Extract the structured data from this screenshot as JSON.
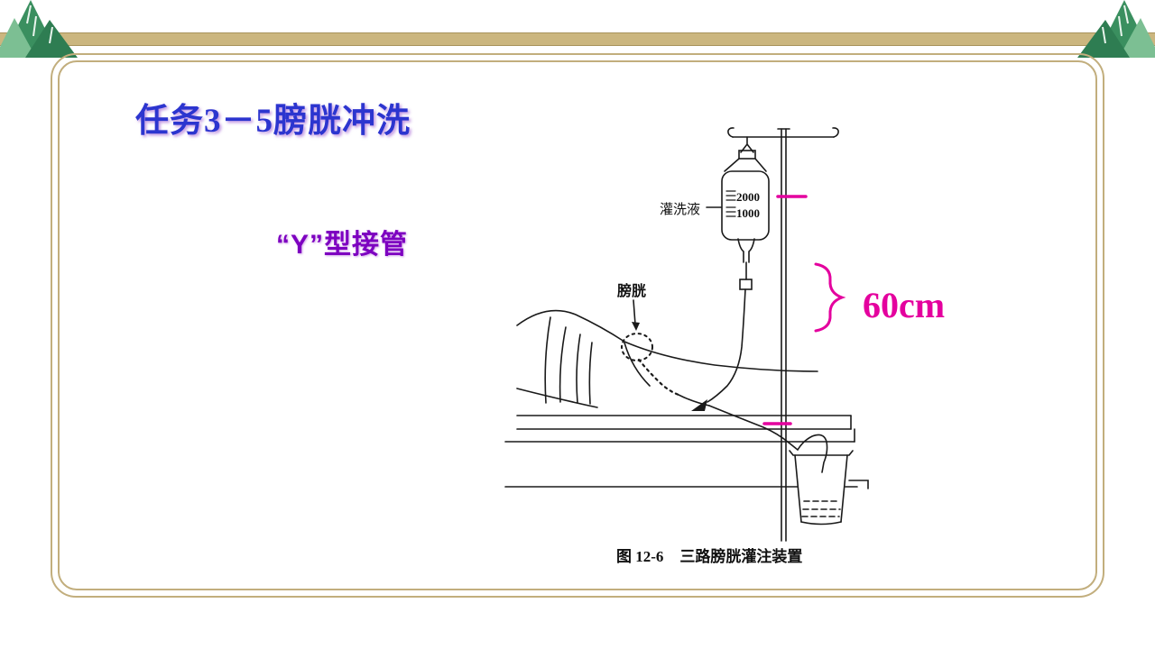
{
  "slide": {
    "title": "任务3－5膀胱冲洗",
    "subtitle": "“Y”型接管"
  },
  "figure": {
    "bottle_label": "灌洗液",
    "bladder_label": "膀胱",
    "scale_upper": "2000",
    "scale_lower": "1000",
    "height_label": "60cm",
    "caption_number": "图 12-6",
    "caption_title": "三路膀胱灌注装置"
  },
  "colors": {
    "title_blue": "#2c35cf",
    "subtitle_purple": "#7d00c0",
    "annotation_magenta": "#e4009e",
    "frame_tan": "#c2ae7d",
    "band_tan": "#cbb67f",
    "mountain_green_dark": "#2e7d52",
    "mountain_green": "#3a8f5f",
    "mountain_green_light": "#7cbf93",
    "ink": "#1a1a1a"
  }
}
